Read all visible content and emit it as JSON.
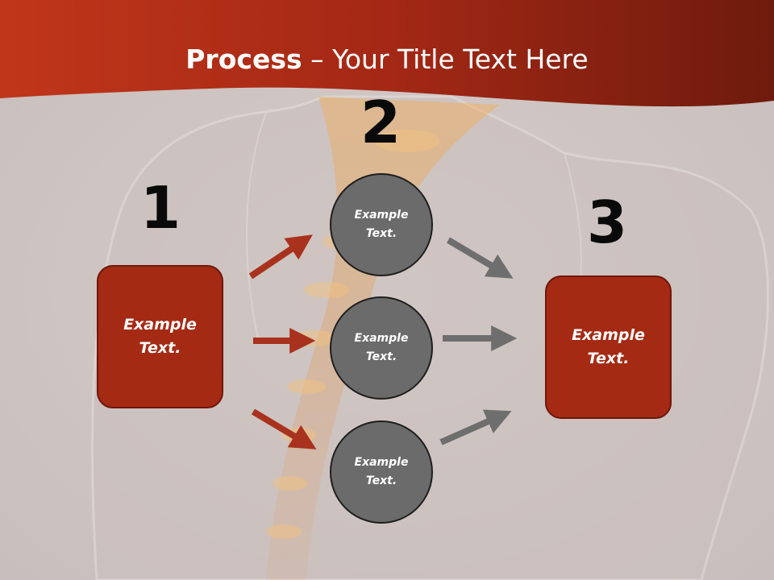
{
  "title": {
    "bold": "Process",
    "rest": " – Your Title Text Here"
  },
  "steps": [
    {
      "number": "1",
      "text": "Example Text."
    },
    {
      "number": "2"
    },
    {
      "number": "3",
      "text": "Example Text."
    }
  ],
  "middle": [
    {
      "text": "Example Text."
    },
    {
      "text": "Example Text."
    },
    {
      "text": "Example Text."
    }
  ],
  "colors": {
    "header": "#b0301a",
    "box": "#a52a14",
    "circle": "#6b6b6b",
    "arrow_red": "#a8321d",
    "arrow_gray": "#6e6e6e"
  }
}
